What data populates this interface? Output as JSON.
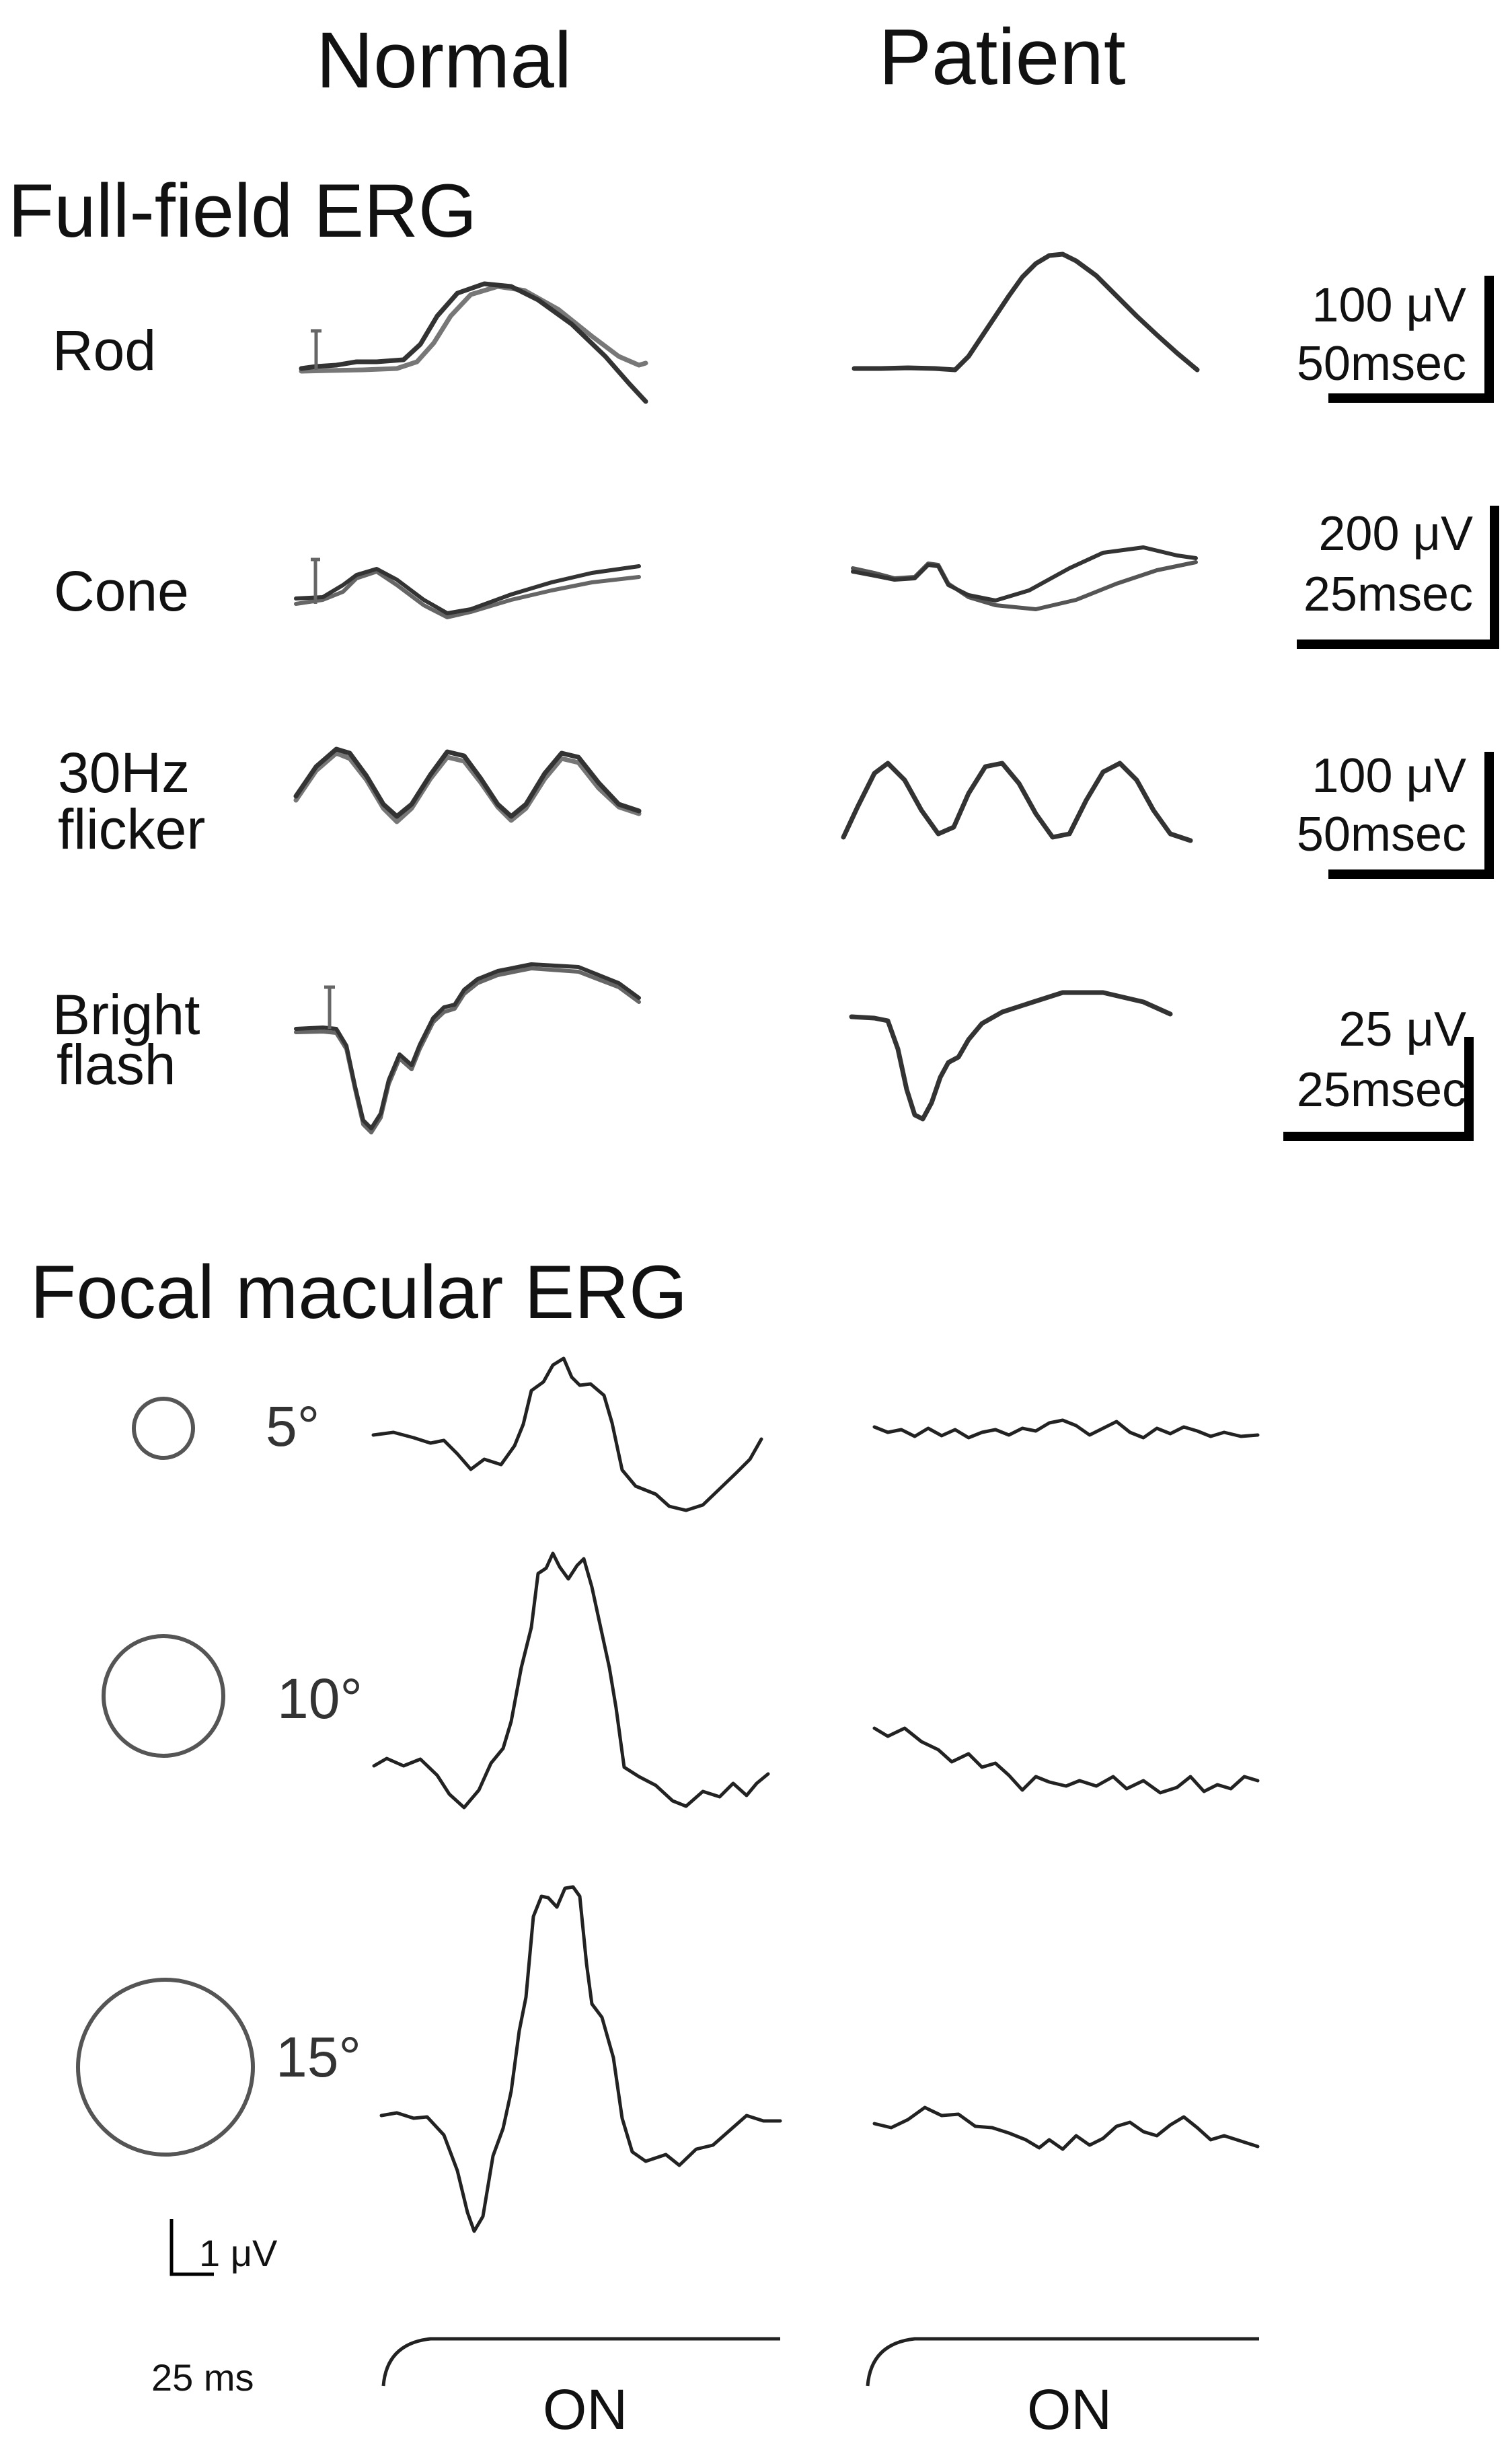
{
  "header": {
    "normal": "Normal",
    "patient": "Patient"
  },
  "full_field": {
    "title": "Full-field ERG",
    "rows": [
      {
        "label_lines": [
          "Rod"
        ],
        "scale_amp": "100 μV",
        "scale_time": "50msec"
      },
      {
        "label_lines": [
          "Cone"
        ],
        "scale_amp": "200 μV",
        "scale_time": "25msec"
      },
      {
        "label_lines": [
          "30Hz",
          "flicker"
        ],
        "scale_amp": "100 μV",
        "scale_time": "50msec"
      },
      {
        "label_lines": [
          "Bright",
          "flash"
        ],
        "scale_amp": "25 μV",
        "scale_time": "25msec"
      }
    ]
  },
  "focal": {
    "title": "Focal macular ERG",
    "rows": [
      {
        "angle": "5°"
      },
      {
        "angle": "10°"
      },
      {
        "angle": "15°"
      }
    ],
    "scale_amp": "1 μV",
    "scale_time": "25 ms",
    "stimulus_label": "ON"
  },
  "colors": {
    "trace": "#222222",
    "trace_light": "#777777",
    "circle": "#555555"
  }
}
